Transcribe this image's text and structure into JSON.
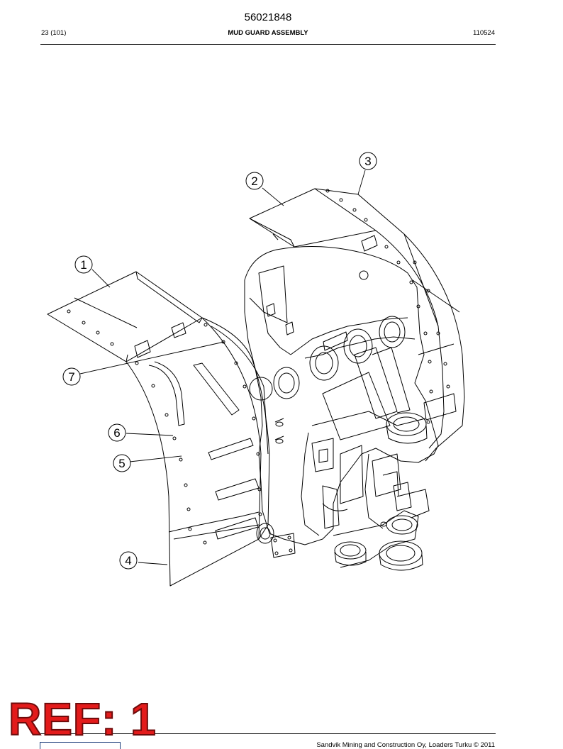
{
  "header": {
    "document_number": "56021848",
    "page": "23 (101)",
    "title": "MUD GUARD ASSEMBLY",
    "date_code": "110524"
  },
  "drawing": {
    "callouts": [
      {
        "label": "1"
      },
      {
        "label": "2"
      },
      {
        "label": "3"
      },
      {
        "label": "4"
      },
      {
        "label": "5"
      },
      {
        "label": "6"
      },
      {
        "label": "7"
      }
    ]
  },
  "stamp": {
    "text": "REF: 1",
    "color": "#e31b1b"
  },
  "footer": {
    "text": "Sandvik Mining and Construction Oy, Loaders Turku © 2011",
    "logo_color": "#1c3d7a"
  }
}
